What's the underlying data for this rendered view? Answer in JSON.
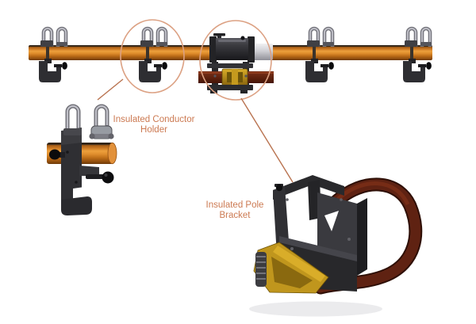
{
  "figure": {
    "callouts": [
      {
        "id": "conductor-holder",
        "label": "Insulated Conductor Holder"
      },
      {
        "id": "pole-bracket",
        "label": "Insulated Pole Bracket"
      }
    ],
    "colors": {
      "background": "#ffffff",
      "label_text": "#cc7a52",
      "callout_circle": "#dca183",
      "leader_line": "#b97350",
      "rail_orange": "#cd7a20",
      "rail_highlight": "#eda03c",
      "rail_shadow": "#6b3808",
      "metal_dark": "#2e2e31",
      "ubolt_steel": "#a9a9b1",
      "strap_brown": "#5f2212",
      "ratchet_gold": "#c0961d",
      "insulator_grey": "#c7c7cd"
    }
  }
}
